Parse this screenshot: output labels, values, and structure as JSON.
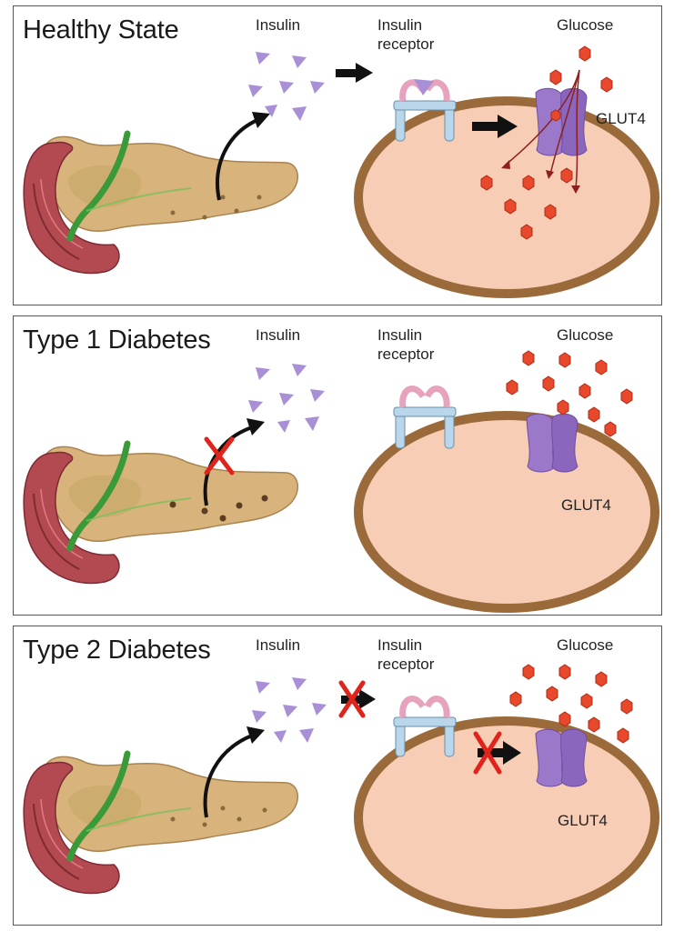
{
  "colors": {
    "pancreas": "#d8b47c",
    "duodenum": "#b34a52",
    "duct": "#3a9a3a",
    "insulin": "#a98fd6",
    "cell_fill": "#f8cdb5",
    "cell_membrane": "#9a6a3a",
    "receptor": "#b9d6ea",
    "receptor_ligand": "#e7a3bd",
    "glut4": "#9b78c9",
    "glucose": "#e8482b",
    "block_x": "#e1241b",
    "arrow": "#111111"
  },
  "icons": [
    "pancreas-icon",
    "insulin-molecule-icon",
    "insulin-receptor-icon",
    "glut4-transporter-icon",
    "glucose-molecule-icon",
    "cell-icon",
    "block-x-icon"
  ],
  "panels": [
    {
      "title": "Healthy State",
      "insulin_label": "Insulin",
      "receptor_label": "Insulin\nreceptor",
      "glucose_label": "Glucose",
      "glut4_label": "GLUT4"
    },
    {
      "title": "Type 1 Diabetes",
      "insulin_label": "Insulin",
      "receptor_label": "Insulin\nreceptor",
      "glucose_label": "Glucose",
      "glut4_label": "GLUT4"
    },
    {
      "title": "Type 2 Diabetes",
      "insulin_label": "Insulin",
      "receptor_label": "Insulin\nreceptor",
      "glucose_label": "Glucose",
      "glut4_label": "GLUT4"
    }
  ]
}
